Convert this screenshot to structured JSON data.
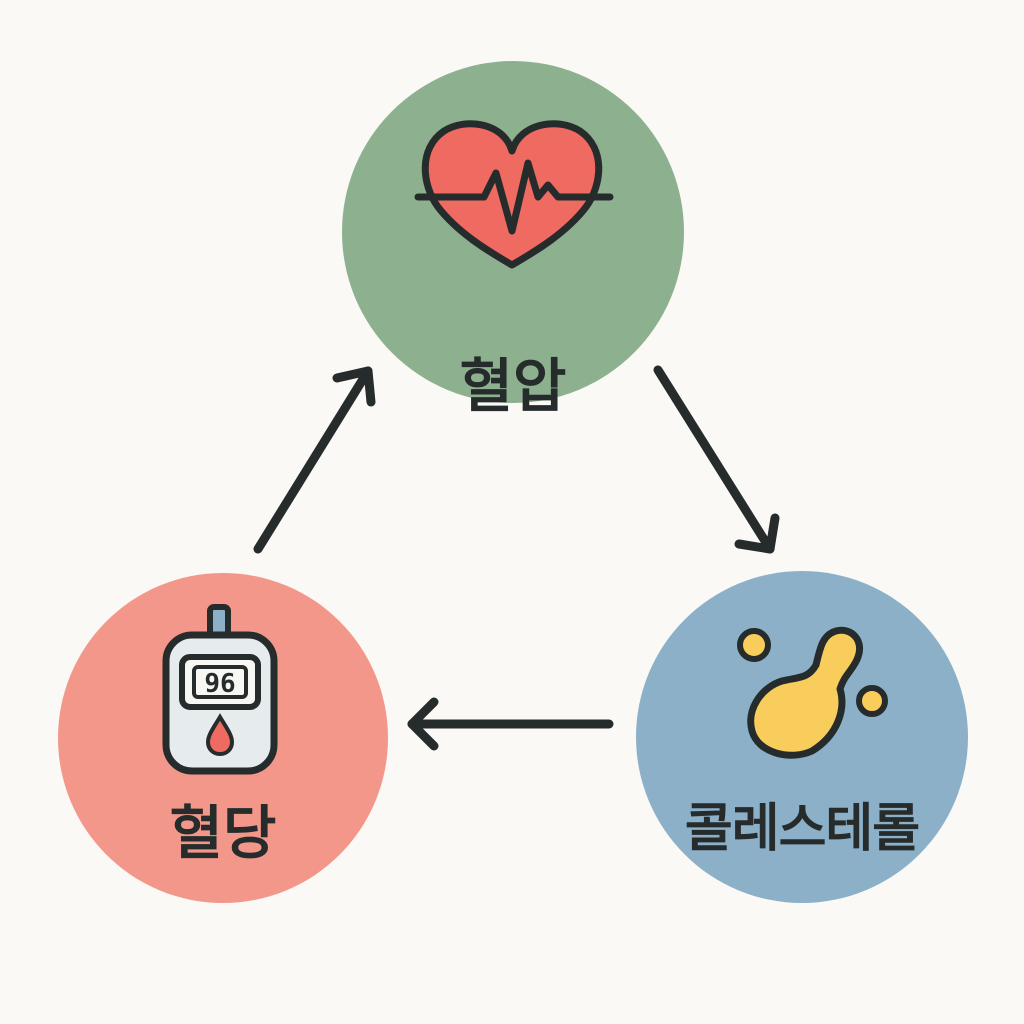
{
  "nodes": {
    "blood_pressure": {
      "label": "혈압",
      "color": "#8db18e",
      "icon": "heart-pulse-icon",
      "icon_color": "#ef6a61"
    },
    "blood_glucose": {
      "label": "혈당",
      "color": "#f3978a",
      "icon": "glucose-meter-icon",
      "meter_reading": "96",
      "icon_color": "#ef6a61"
    },
    "cholesterol": {
      "label": "콜레스테롤",
      "color": "#8cb0c8",
      "icon": "cholesterol-blob-icon",
      "icon_color": "#f9cd5b"
    }
  },
  "edges": [
    {
      "from": "blood_pressure",
      "to": "cholesterol"
    },
    {
      "from": "cholesterol",
      "to": "blood_glucose"
    },
    {
      "from": "blood_glucose",
      "to": "blood_pressure"
    }
  ],
  "colors": {
    "background": "#faf9f5",
    "stroke": "#262b2c"
  }
}
